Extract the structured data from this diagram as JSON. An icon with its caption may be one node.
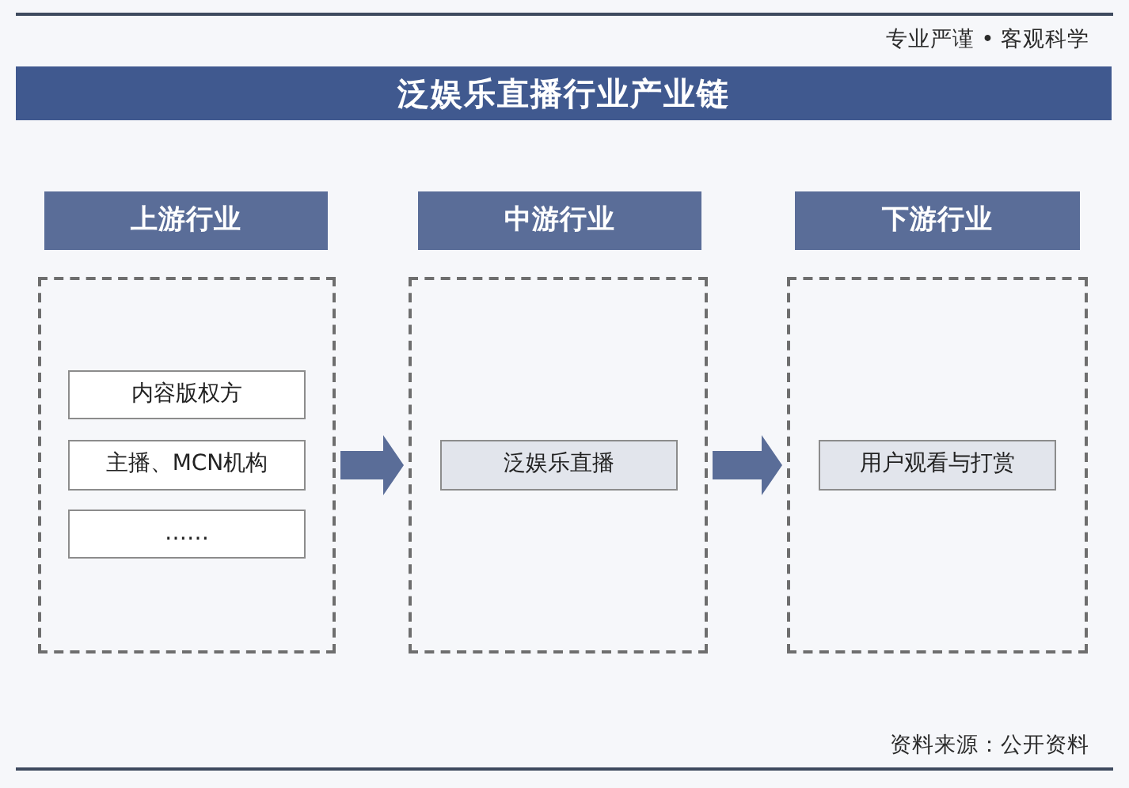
{
  "diagram": {
    "title": "泛娱乐直播行业产业链",
    "nodes": [
      {
        "text": [
          "上游行业"
        ]
      },
      {
        "text": [],
        "shape": "box"
      },
      {
        "text": [
          "内容版权方"
        ],
        "in": 1
      },
      {
        "text": [
          "主播、MCN机构"
        ],
        "in": 1
      },
      {
        "text": [
          "……"
        ],
        "in": 1
      },
      {
        "text": [
          "中游行业"
        ]
      },
      {
        "text": [],
        "shape": "box"
      },
      {
        "text": [
          "泛娱乐直播"
        ],
        "in": 6
      },
      {
        "text": [
          "下游行业"
        ]
      },
      {
        "text": [],
        "shape": "box"
      },
      {
        "text": [
          "用户观看与打赏"
        ],
        "in": 9
      }
    ],
    "edges": [
      {
        "from": 1,
        "to": 6,
        "arrow": "to"
      },
      {
        "from": 6,
        "to": 9,
        "arrow": "to"
      }
    ],
    "labels": [
      "专业严谨 • 客观科学",
      "资料来源：公开资料"
    ]
  }
}
